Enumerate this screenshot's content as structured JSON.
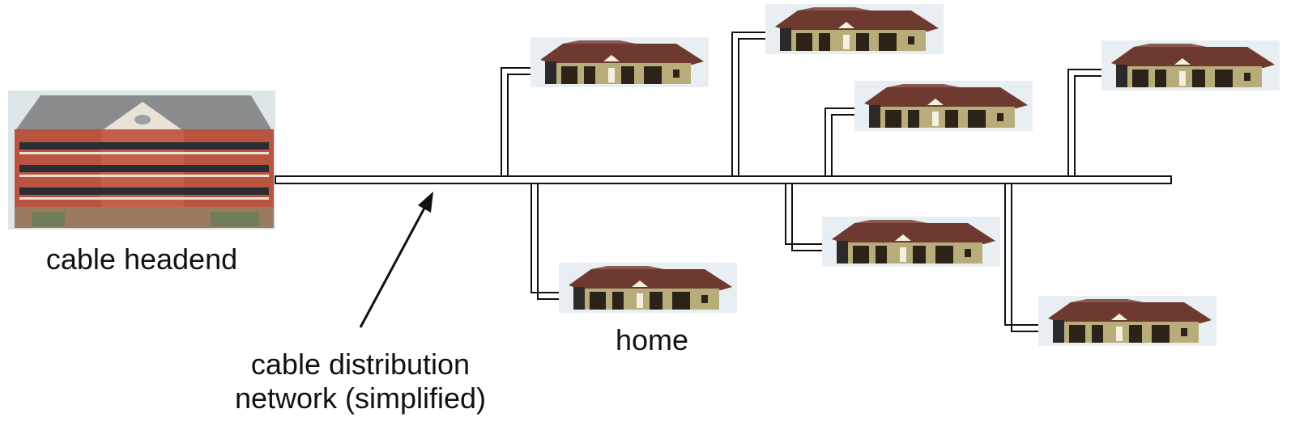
{
  "labels": {
    "headend": "cable headend",
    "home": "home",
    "network": "cable distribution\nnetwork (simplified)"
  },
  "colors": {
    "line_fill": "#ffffff",
    "line_stroke": "#111111",
    "building_brick": "#b8543f",
    "building_roof": "#8b8c8e",
    "house_wall": "#b8ad7a",
    "house_roof": "#6e3a30",
    "house_bg": "#e8eef2"
  },
  "icons": {
    "headend": "office-building-icon",
    "home": "house-icon"
  }
}
